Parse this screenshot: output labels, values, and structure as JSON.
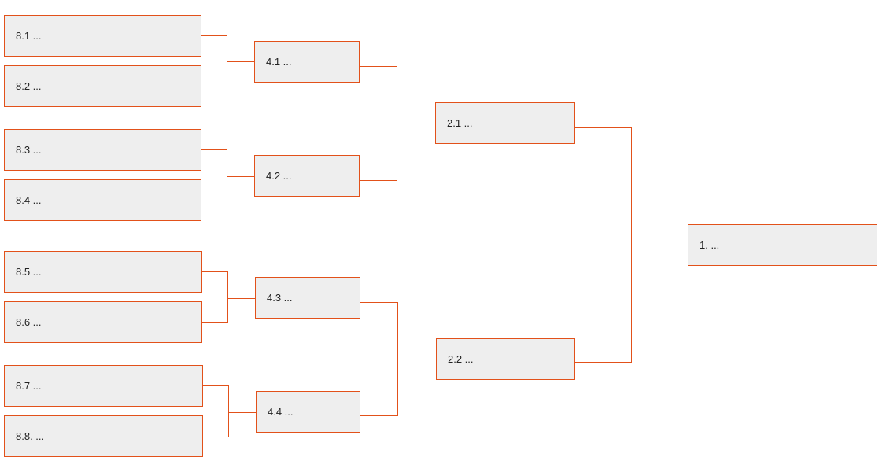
{
  "colors": {
    "slot_border": "#e2511a",
    "slot_fill": "#eeeeee",
    "connector": "#e2511a",
    "text": "#222222"
  },
  "bracket": {
    "round_of_8": [
      "8.1 ...",
      "8.2 ...",
      "8.3 ...",
      "8.4 ...",
      "8.5 ...",
      "8.6 ...",
      "8.7 ...",
      "8.8. ..."
    ],
    "round_of_4": [
      "4.1 ...",
      "4.2 ...",
      "4.3 ...",
      "4.4 ..."
    ],
    "round_of_2": [
      "2.1 ...",
      "2.2 ..."
    ],
    "final": "1. ..."
  }
}
